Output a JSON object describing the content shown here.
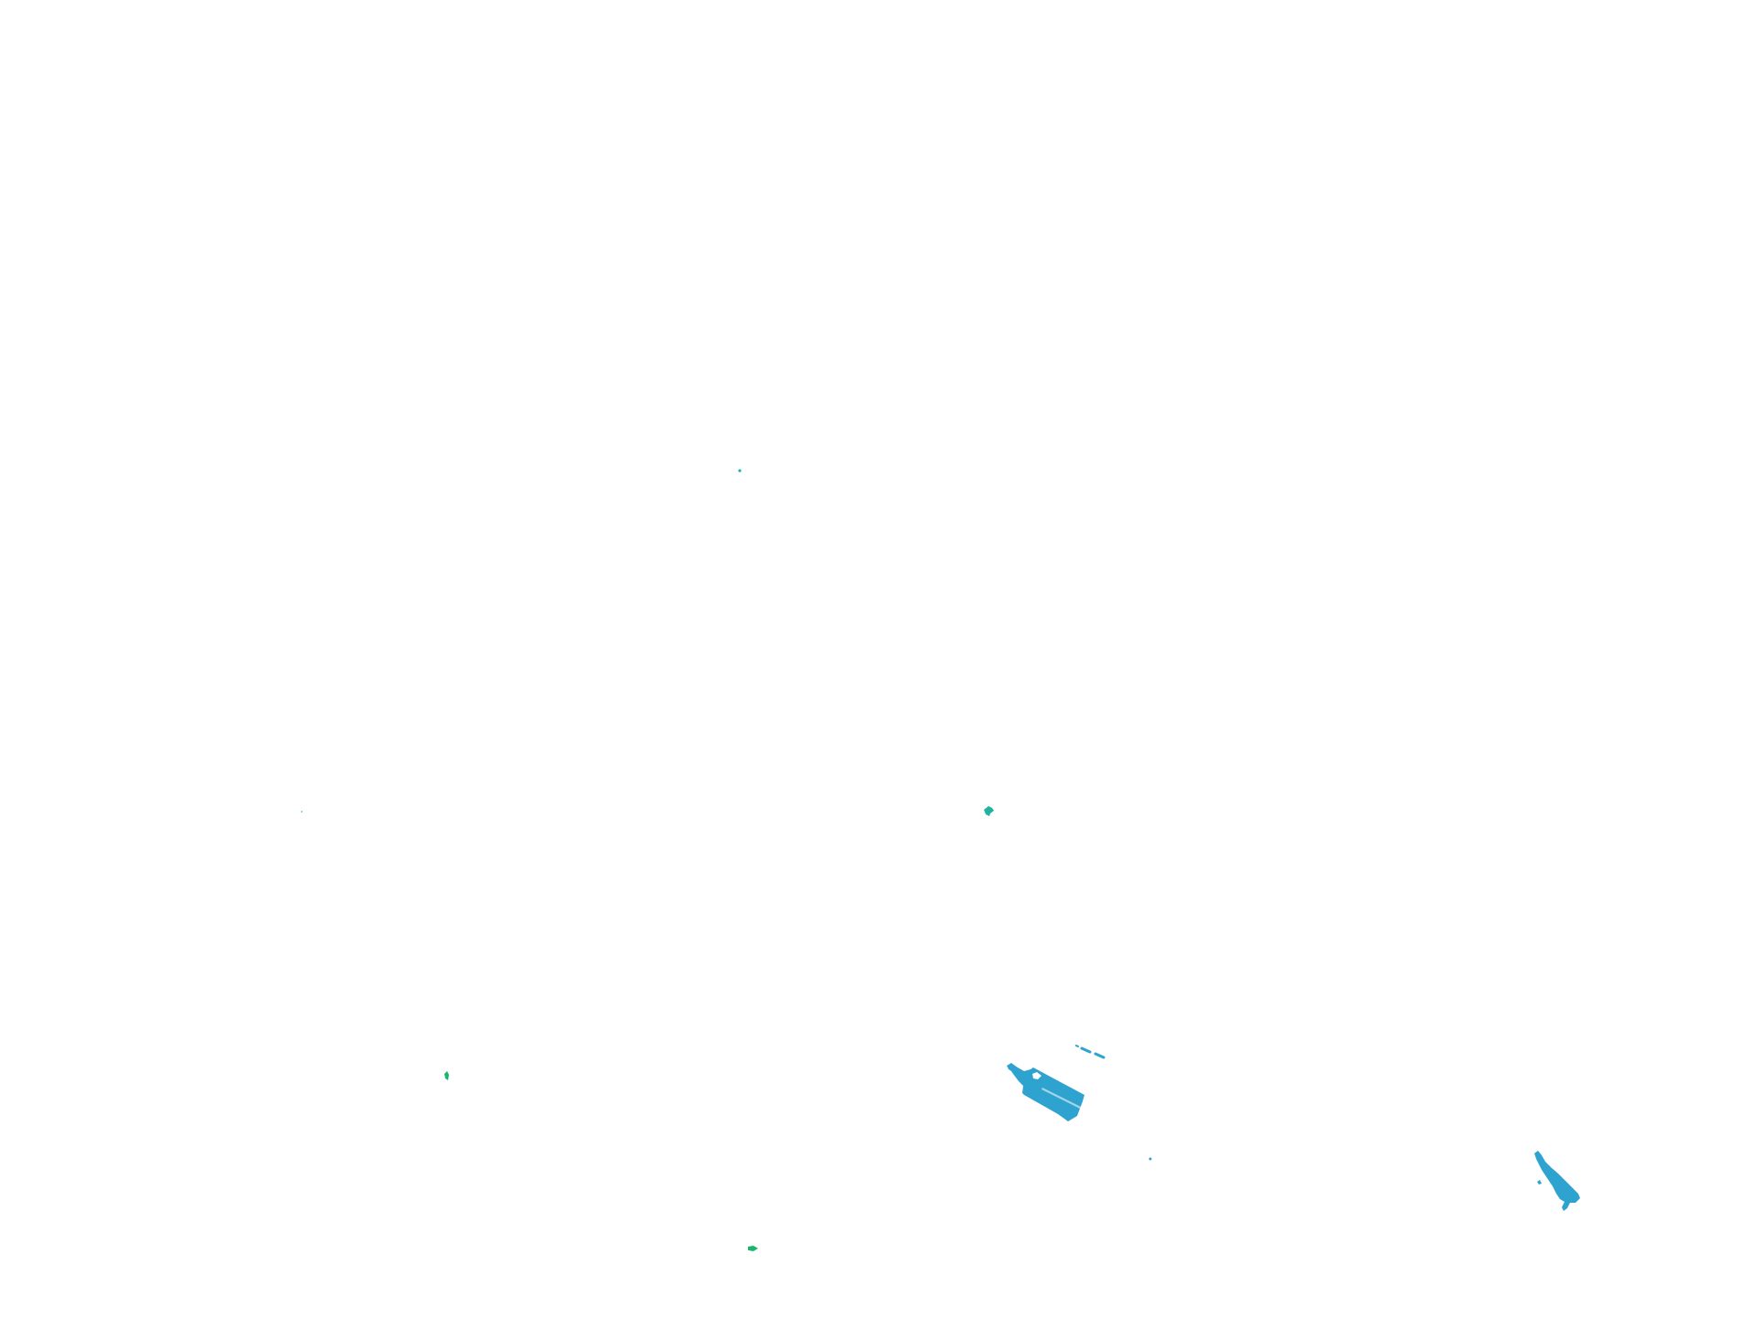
{
  "map": {
    "background_color": "#ffffff",
    "colors": {
      "water_blue": "#2ea3cf",
      "teal": "#1fb3a0",
      "green": "#19b56a"
    },
    "features": [
      {
        "id": "speck-a",
        "color": "teal"
      },
      {
        "id": "speck-b",
        "color": "teal"
      },
      {
        "id": "patch-center",
        "color": "teal"
      },
      {
        "id": "patch-left",
        "color": "green"
      },
      {
        "id": "patch-bottom",
        "color": "green"
      },
      {
        "id": "dash-strip",
        "color": "water_blue"
      },
      {
        "id": "large-rectangle-shape",
        "color": "water_blue"
      },
      {
        "id": "dot-small",
        "color": "water_blue"
      },
      {
        "id": "diagonal-strip-right",
        "color": "water_blue"
      }
    ]
  }
}
